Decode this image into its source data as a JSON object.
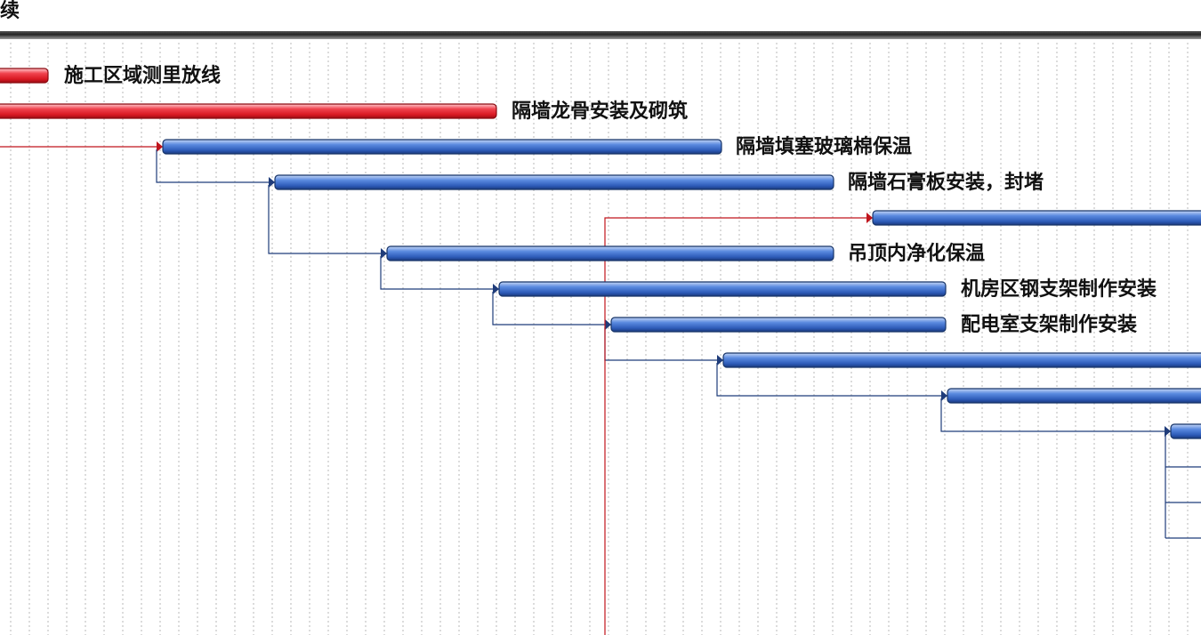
{
  "header": {
    "partial_text": "续"
  },
  "colors": {
    "critical_bar": "#e8303b",
    "normal_bar": "#3a6fd0",
    "critical_link": "#c0141c",
    "normal_link": "#1f3c7a",
    "grid": "#b9b9b9"
  },
  "tasks": [
    {
      "id": "t1",
      "name": "施工区域测里放线",
      "critical": true
    },
    {
      "id": "t2",
      "name": "隔墙龙骨安装及砌筑",
      "critical": true
    },
    {
      "id": "t3",
      "name": "隔墙填塞玻璃棉保温",
      "critical": false
    },
    {
      "id": "t4",
      "name": "隔墙石膏板安装，封堵",
      "critical": false
    },
    {
      "id": "t5",
      "name": "",
      "critical": false
    },
    {
      "id": "t6",
      "name": "吊顶内净化保温",
      "critical": false
    },
    {
      "id": "t7",
      "name": "机房区钢支架制作安装",
      "critical": false
    },
    {
      "id": "t8",
      "name": "配电室支架制作安装",
      "critical": false
    },
    {
      "id": "t9",
      "name": "",
      "critical": false
    },
    {
      "id": "t10",
      "name": "",
      "critical": false
    },
    {
      "id": "t11",
      "name": "",
      "critical": false
    }
  ]
}
